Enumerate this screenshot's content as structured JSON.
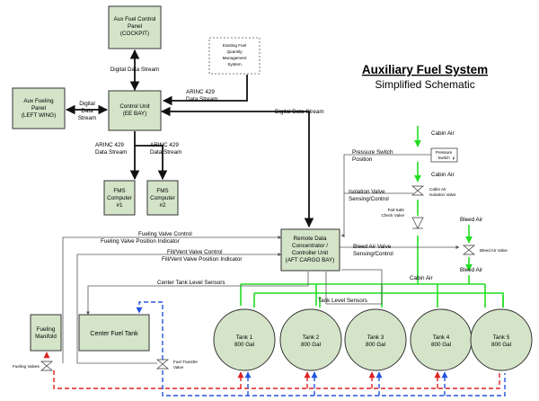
{
  "title": "Auxiliary Fuel System",
  "subtitle": "Simplified Schematic",
  "boxes": {
    "aux_fuel_control_panel": [
      "Aux Fuel Control",
      "Panel",
      "(COCKPIT)"
    ],
    "existing_fuel_qms": [
      "Existing Fuel",
      "Quantity",
      "Management",
      "System"
    ],
    "aux_fueling_panel": [
      "Aux Fueling",
      "Panel",
      "(LEFT WING)"
    ],
    "control_unit": [
      "Control Unit",
      "(EE BAY)"
    ],
    "fms_computer_1": [
      "FMS",
      "Computer",
      "#1"
    ],
    "fms_computer_2": [
      "FMS",
      "Computer",
      "#2"
    ],
    "remote_data_concentrator": [
      "Remote Data",
      "Concentrator /",
      "Controller Unit",
      "(AFT CARGO BAY)"
    ],
    "center_fuel_tank": [
      "Center Fuel Tank"
    ],
    "fueling_manifold": [
      "Fueling",
      "Manifold"
    ],
    "pressure_switch": [
      "Pressure",
      "Switch"
    ]
  },
  "tanks": [
    {
      "name": "Tank 1",
      "capacity": "800 Gal"
    },
    {
      "name": "Tank 2",
      "capacity": "800 Gal"
    },
    {
      "name": "Tank 3",
      "capacity": "800 Gal"
    },
    {
      "name": "Tank 4",
      "capacity": "800 Gal"
    },
    {
      "name": "Tank 5",
      "capacity": "800 Gal"
    }
  ],
  "connections": {
    "digital_data_stream_panel": "Digital Data Stream",
    "digital_data_stream_fueling": [
      "Digital",
      "Data",
      "Stream"
    ],
    "arinc_qms": [
      "ARINC 429",
      "Data Stream"
    ],
    "digital_data_stream_rdc": "Digital Data Stream",
    "arinc_fms1": [
      "ARINC 429",
      "Data Stream"
    ],
    "arinc_fms2": [
      "ARINC 429",
      "Data Stream"
    ],
    "pressure_switch_position": [
      "Pressure Switch",
      "Position"
    ],
    "isolation_valve": [
      "Isolation Valve",
      "Sensing/Control"
    ],
    "fueling_valve": [
      "Fueling Valve Control",
      "Fueling Valve Position Indicator"
    ],
    "fill_vent_valve": [
      "Fill/Vent Valve Control",
      "Fill/Vent Valve Position Indicator"
    ],
    "bleed_air_valve": [
      "Bleed Air Valve",
      "Sensing/Control"
    ],
    "center_tank_level_sensors": "Center Tank Level Sensors",
    "tank_level_sensors": "Tank Level Sensors"
  },
  "labels": {
    "cabin_air_top": "Cabin Air",
    "cabin_air_mid": "Cabin Air",
    "cabin_air_bottom": "Cabin Air",
    "cabin_air_isolation_valve": [
      "Cabin Air",
      "Isolation Valve"
    ],
    "fail_safe_check_valve": [
      "Fail-Safe",
      "Check Valve"
    ],
    "bleed_air_top": "Bleed Air",
    "bleed_air_bottom": "Bleed Air",
    "bleed_air_valve_tag": "Bleed Air Valve",
    "fueling_valves": "Fueling Valves",
    "fuel_transfer_valve": [
      "Fuel Transfer",
      "Valve"
    ],
    "pressure_switch_tag": "p"
  },
  "colors": {
    "box_fill": "#d4e4c8",
    "air_line": "#22dd22",
    "fuel_line": "#dd2222",
    "transfer_line": "#2255dd",
    "signal_line": "#111111"
  }
}
